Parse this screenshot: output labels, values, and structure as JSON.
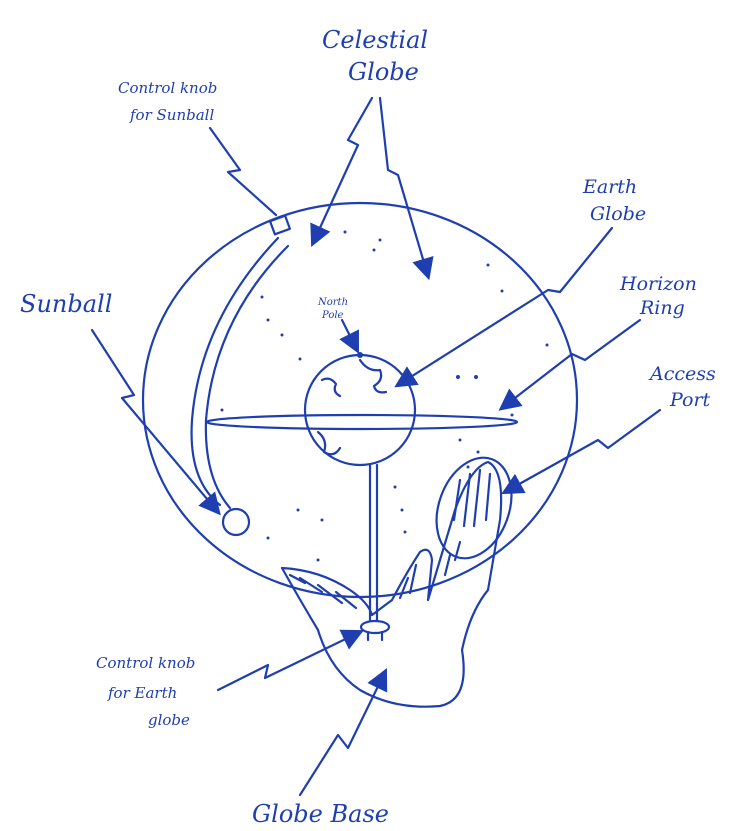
{
  "labels": {
    "celestial_globe": [
      "Celestial",
      "Globe"
    ],
    "control_knob_sunball": [
      "Control knob",
      "for Sunball"
    ],
    "earth_globe": [
      "Earth",
      "Globe"
    ],
    "sunball": "Sunball",
    "north_pole": [
      "North",
      "Pole"
    ],
    "horizon_ring": [
      "Horizon",
      "Ring"
    ],
    "access_port": [
      "Access",
      "Port"
    ],
    "control_knob_earth": [
      "Control knob",
      "for Earth",
      "globe"
    ],
    "globe_base": "Globe Base"
  },
  "colors": {
    "ink": "#1f3fb0",
    "paper": "#ffffff"
  }
}
